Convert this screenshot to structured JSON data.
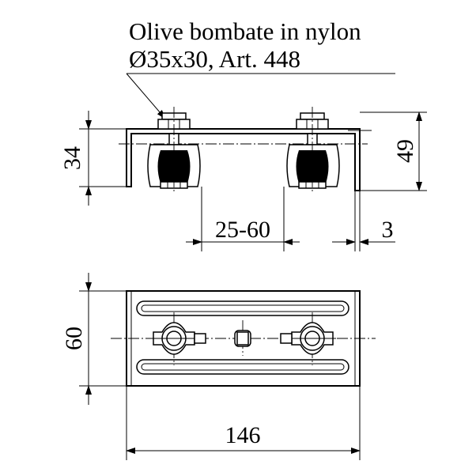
{
  "title": {
    "line1": "Olive bombate in nylon",
    "line2": "Ø35x30, Art. 448"
  },
  "dimensions": {
    "height_side": "34",
    "height_right": "49",
    "spacing": "25-60",
    "wall": "3",
    "width_plate": "60",
    "length_plate": "146"
  }
}
